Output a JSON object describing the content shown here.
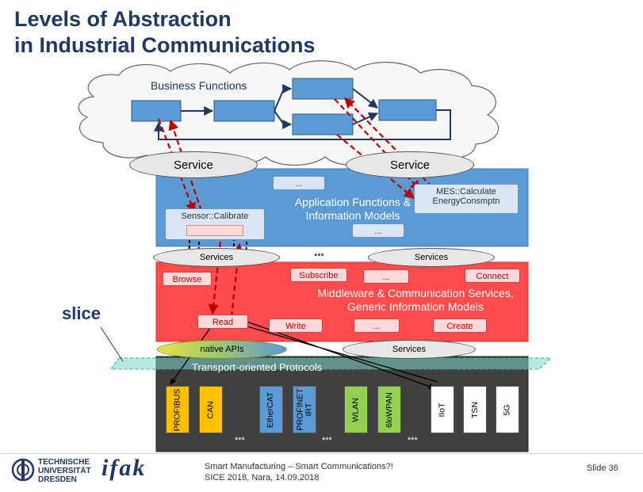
{
  "title": {
    "line1": "Levels of Abstraction",
    "line2": "in Industrial Communications"
  },
  "business": {
    "label": "Business Functions"
  },
  "services_top": {
    "left": "Service",
    "right": "Service"
  },
  "application_layer": {
    "label_line1": "Application Functions &",
    "label_line2": "Information Models",
    "chip_top": "...",
    "chip_bottom": "...",
    "sensor_box": "Sensor::Calibrate",
    "mes_box_line1": "MES::Calculate",
    "mes_box_line2": "EnergyConsmptn"
  },
  "services_mid": {
    "left": "Services",
    "dots": "***",
    "right": "Services"
  },
  "middleware_layer": {
    "label_line1": "Middleware & Communication Services,",
    "label_line2": "Generic Information Models",
    "browse": "Browse",
    "subscribe": "Subscribe",
    "dots1": "...",
    "connect": "Connect",
    "read": "Read",
    "write": "Write",
    "dots2": "...",
    "create": "Create"
  },
  "slice_label": "slice",
  "services_low": {
    "native": "native APIs",
    "right": "Services"
  },
  "transport": {
    "label": "Transport-oriented Protocols",
    "protocols": [
      {
        "label": "PROFIBUS",
        "color": "#ffc000"
      },
      {
        "label": "CAN",
        "color": "#ffc000"
      },
      {
        "label": "EtherCAT",
        "color": "#5b9bd5"
      },
      {
        "label": "PROFINET IRT",
        "color": "#5b9bd5"
      },
      {
        "label": "WLAN",
        "color": "#92d050"
      },
      {
        "label": "6loWPAN",
        "color": "#92d050"
      },
      {
        "label": "IIoT",
        "color": "#ffffff"
      },
      {
        "label": "TSN",
        "color": "#ffffff"
      },
      {
        "label": "5G",
        "color": "#ffffff"
      }
    ],
    "dots": [
      "***",
      "***",
      "***"
    ]
  },
  "footer": {
    "university_line1": "TECHNISCHE",
    "university_line2": "UNIVERSITÄT",
    "university_line3": "DRESDEN",
    "institute_logo": "ifak",
    "talk_line1": "Smart Manufacturing – Smart Communications?!",
    "talk_line2": "SICE 2018, Nara, 14.09.2018",
    "slide": "Slide 36"
  },
  "colors": {
    "title": "#1f3864",
    "application": "#5b9bd5",
    "middleware": "#ff4b4b",
    "transport": "#404040",
    "arrow_red": "#c00000",
    "arrow_navy": "#1f3864"
  }
}
